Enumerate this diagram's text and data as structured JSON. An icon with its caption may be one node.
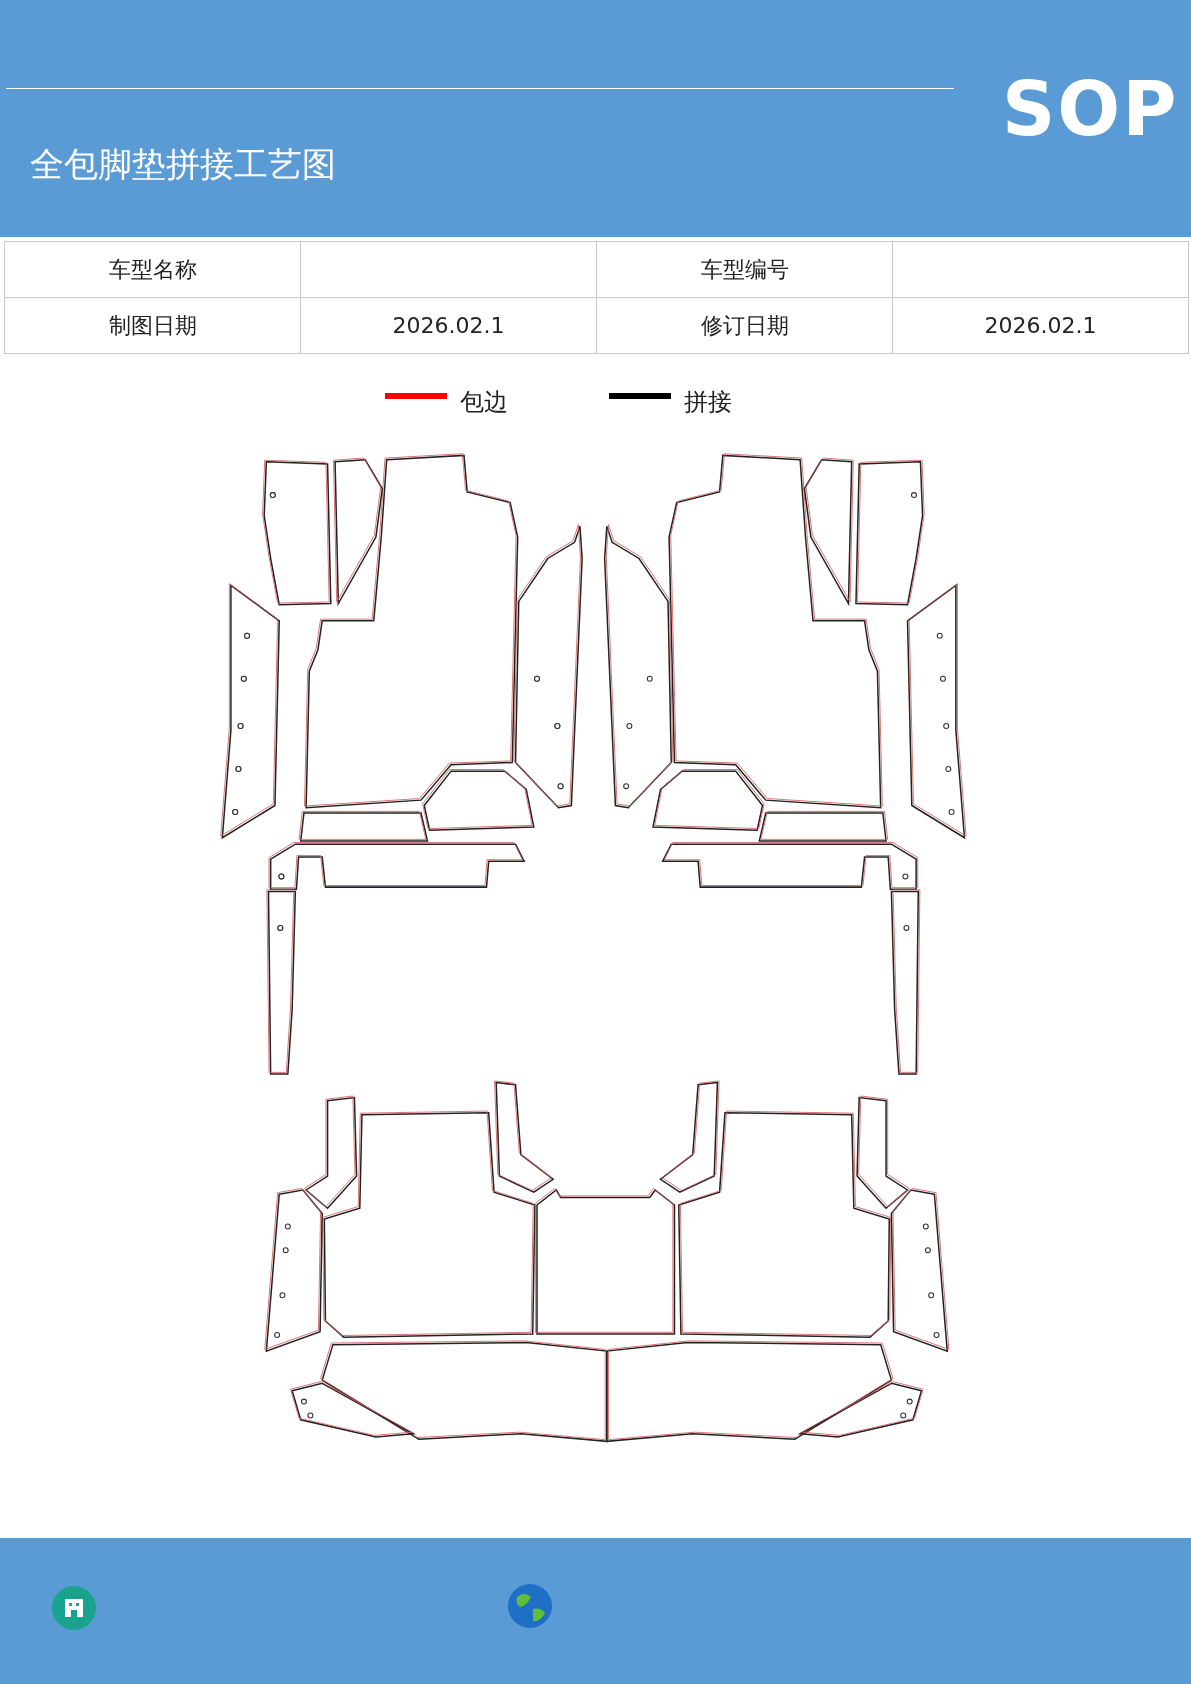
{
  "diagram": {
    "title": "全包脚垫拼接工艺图",
    "labels": [
      "SOP",
      "车型名称",
      "车型编号",
      "制图日期",
      "2026.02.1",
      "修订日期",
      "2026.02.1"
    ],
    "legend": [
      {
        "text": "包边"
      },
      {
        "text": "拼接"
      }
    ]
  }
}
